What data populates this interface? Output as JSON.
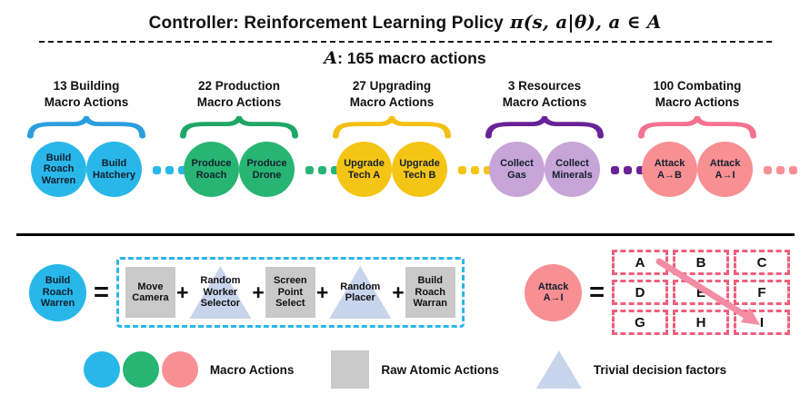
{
  "title": {
    "prefix": "Controller: Reinforcement Learning Policy",
    "math": "π(s, a|θ), a ∈",
    "set_symbol": "A"
  },
  "subtitle": {
    "set_symbol": "A",
    "rest": ": 165 macro actions"
  },
  "groups": [
    {
      "header_line1": "13 Building",
      "header_line2": "Macro Actions",
      "circle_color": "#29b6e8",
      "brace_color": "#2b9fde",
      "dots_color": "#29b6e8",
      "items": [
        "Build Roach Warren",
        "Build Hatchery"
      ]
    },
    {
      "header_line1": "22 Production",
      "header_line2": "Macro Actions",
      "circle_color": "#28b573",
      "brace_color": "#1fa765",
      "dots_color": "#28b573",
      "items": [
        "Produce Roach",
        "Produce Drone"
      ]
    },
    {
      "header_line1": "27 Upgrading",
      "header_line2": "Macro Actions",
      "circle_color": "#f5c516",
      "brace_color": "#f3bf14",
      "dots_color": "#f5c516",
      "items": [
        "Upgrade Tech A",
        "Upgrade Tech B"
      ]
    },
    {
      "header_line1": "3 Resources",
      "header_line2": "Macro Actions",
      "circle_color": "#c7a5d8",
      "brace_color": "#6a2298",
      "dots_color": "#6a2298",
      "items": [
        "Collect Gas",
        "Collect Minerals"
      ]
    },
    {
      "header_line1": "100 Combating",
      "header_line2": "Macro Actions",
      "circle_color": "#f78f93",
      "brace_color": "#f4718f",
      "dots_color": "#f78f93",
      "items": [
        "Attack A→B",
        "Attack A→I"
      ]
    }
  ],
  "decomposition": {
    "circle_label": "Build Roach Warren",
    "circle_color": "#29b6e8",
    "equals": "=",
    "plus": "+",
    "box_border_color": "#29b6e8",
    "square_color": "#c9c9c9",
    "triangle_color": "#c7d4eb",
    "steps": [
      {
        "shape": "square",
        "label": "Move Camera"
      },
      {
        "shape": "triangle",
        "label": "Random Worker Selector"
      },
      {
        "shape": "square",
        "label": "Screen Point Select"
      },
      {
        "shape": "triangle",
        "label": "Random Placer"
      },
      {
        "shape": "square",
        "label": "Build Roach Warran"
      }
    ]
  },
  "attack_map": {
    "circle_label": "Attack A→I",
    "circle_color": "#f78f93",
    "equals": "=",
    "grid_color": "#ee5f7c",
    "arrow_color": "#f48ca3",
    "letters": [
      "A",
      "B",
      "C",
      "D",
      "E",
      "F",
      "G",
      "H",
      "I"
    ]
  },
  "legend": {
    "macro": {
      "label": "Macro Actions",
      "colors": [
        "#29b6e8",
        "#28b573",
        "#f78f93"
      ]
    },
    "atomic": {
      "label": "Raw Atomic Actions",
      "color": "#c9c9c9"
    },
    "trivial": {
      "label": "Trivial decision factors",
      "color": "#c7d4eb"
    }
  }
}
